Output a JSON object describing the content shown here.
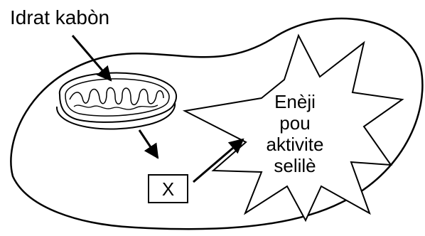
{
  "diagram": {
    "input_label": "Idrat kabòn",
    "box_label": "X",
    "energy_lines": [
      "Enèji",
      "pou",
      "aktivite",
      "selilè"
    ]
  }
}
